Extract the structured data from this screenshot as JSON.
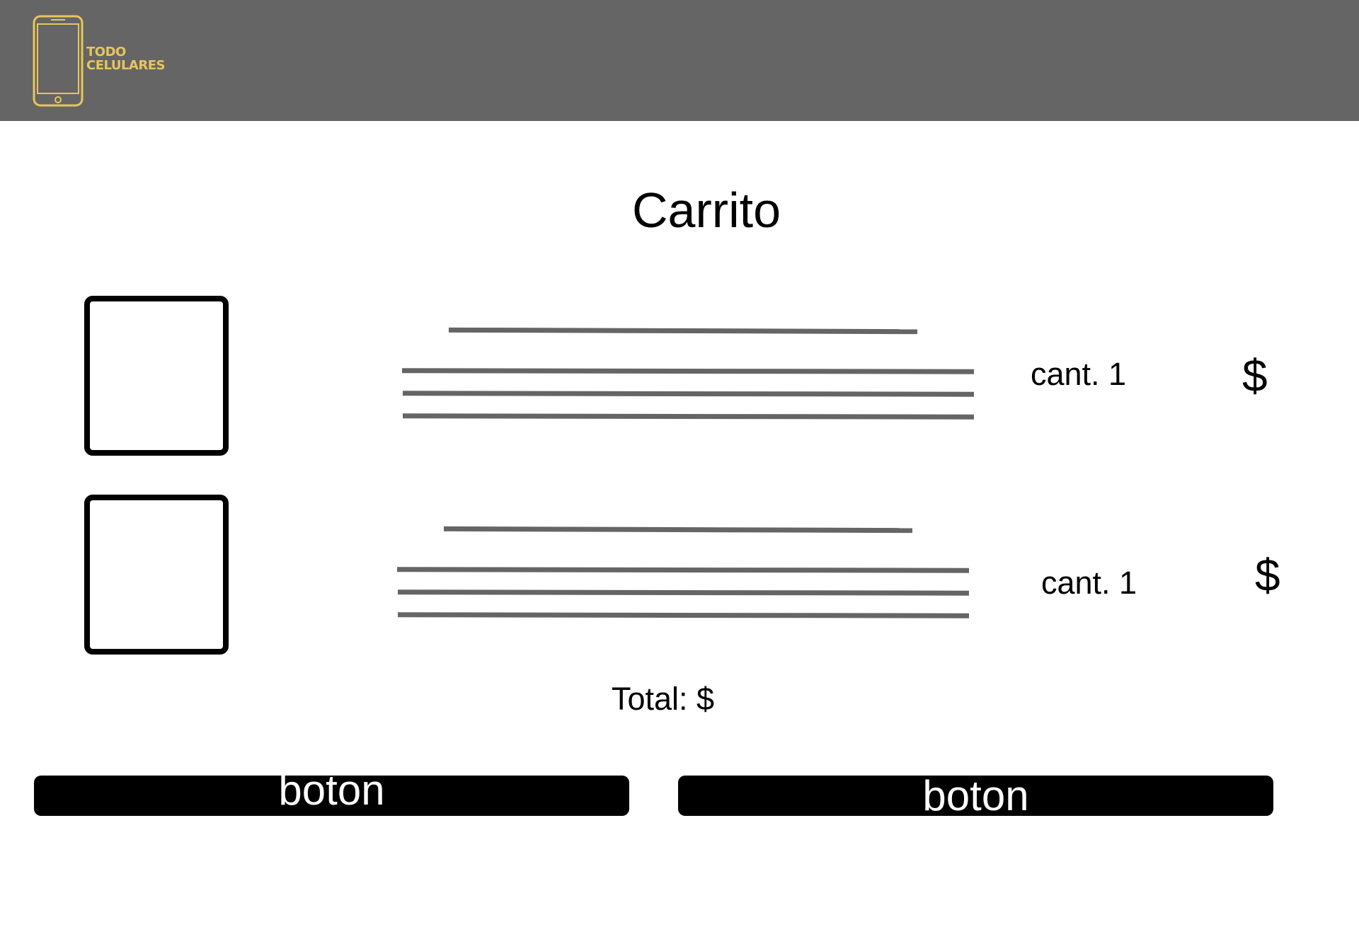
{
  "header": {
    "logo": {
      "icon": "smartphone-icon",
      "line1": "TODO",
      "line2": "CELULARES",
      "color": "#e7c65a"
    },
    "background": "#656565"
  },
  "page": {
    "title": "Carrito"
  },
  "cart": {
    "items": [
      {
        "image": "image-placeholder",
        "quantity": "cant. 1",
        "price": "$"
      },
      {
        "image": "image-placeholder",
        "quantity": "cant. 1",
        "price": "$"
      }
    ],
    "total": "Total: $"
  },
  "actions": {
    "left_button": "boton",
    "right_button": "boton"
  }
}
